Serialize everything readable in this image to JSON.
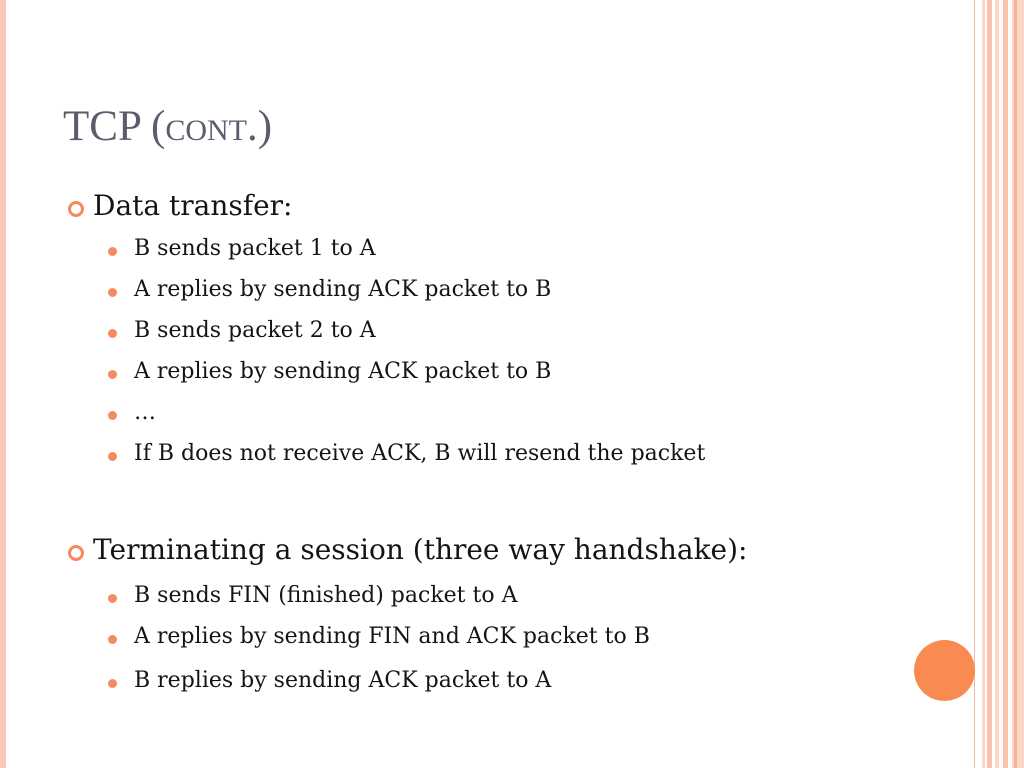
{
  "slide": {
    "title_main": "TCP (",
    "title_sc": "cont.",
    "title_end": ")"
  },
  "sections": [
    {
      "heading": "Data transfer:",
      "items": [
        "B sends packet 1 to A",
        "A replies by sending ACK packet to B",
        "B sends packet 2 to A",
        "A replies by sending ACK packet to B",
        "…",
        "If B does not receive ACK, B will resend the packet"
      ]
    },
    {
      "heading": "Terminating a session (three way handshake):",
      "items": [
        "B sends FIN (finished) packet to A",
        "A replies by sending FIN and ACK packet to B",
        "B replies by sending ACK packet to A"
      ]
    }
  ],
  "colors": {
    "accent": "#f58a5e",
    "title": "#5a5e6c",
    "border": "#f9c2ad"
  }
}
